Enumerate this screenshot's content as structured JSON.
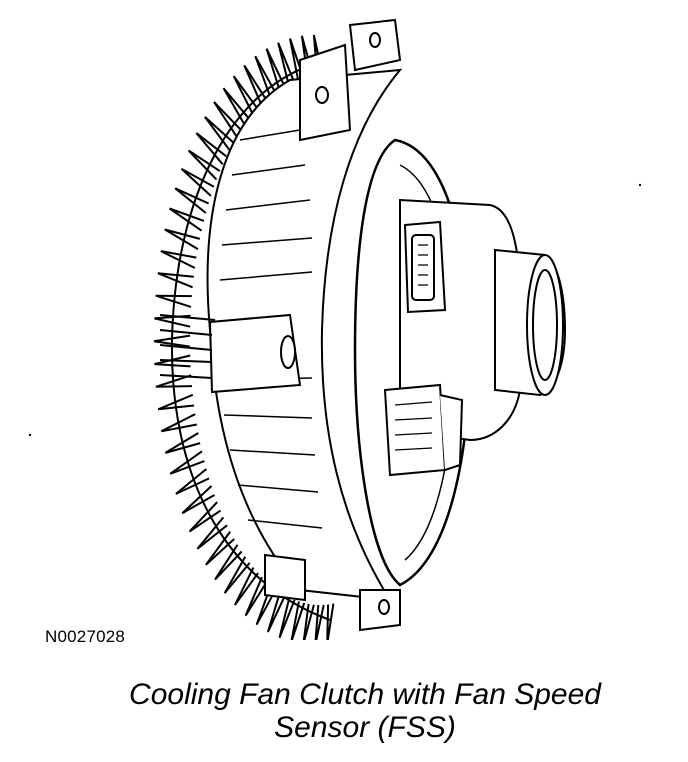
{
  "figure": {
    "id": "N0027028",
    "caption_line1": "Cooling Fan Clutch with Fan Speed",
    "caption_line2": "Sensor (FSS)"
  },
  "illustration": {
    "subject": "cooling-fan-clutch-with-fan-speed-sensor",
    "stroke_color": "#000000",
    "fill_color": "#ffffff"
  }
}
